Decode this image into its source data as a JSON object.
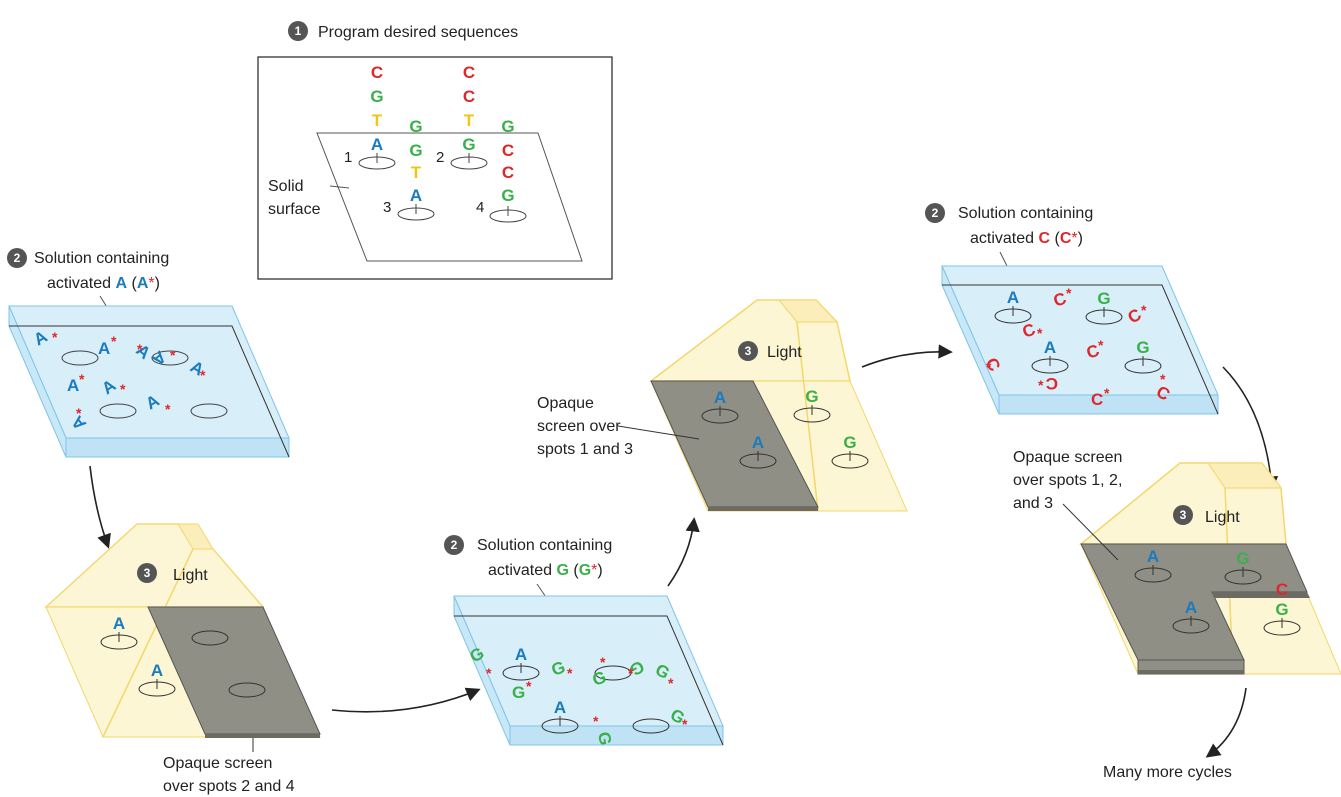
{
  "colors": {
    "A": "#1a7bbf",
    "C": "#e0262a",
    "G": "#39b049",
    "T": "#f2c414",
    "solution_fill": "#d8eef9",
    "solution_stroke": "#7fc4e8",
    "light_fill": "#fdf6d4",
    "light_stroke": "#f3d76a",
    "screen_fill": "#8f8f86"
  },
  "step1": {
    "number": "1",
    "title": "Program desired sequences",
    "surface_label_line1": "Solid",
    "surface_label_line2": "surface",
    "spots": [
      "1",
      "2",
      "3",
      "4"
    ],
    "sequences": {
      "spot1": [
        "A",
        "T",
        "G",
        "C"
      ],
      "spot2": [
        "G",
        "T",
        "C",
        "C"
      ],
      "spot3": [
        "A",
        "T",
        "G",
        "G"
      ],
      "spot4": [
        "G",
        "C",
        "C",
        "G"
      ]
    }
  },
  "stepA2": {
    "number": "2",
    "line1": "Solution containing",
    "line2_prefix": "activated ",
    "base": "A",
    "paren_open": " (",
    "paren_close": ")",
    "star": "*"
  },
  "stepA3": {
    "number": "3",
    "light": "Light",
    "caption_line1": "Opaque screen",
    "caption_line2": "over spots 2 and 4"
  },
  "stepG2": {
    "number": "2",
    "line1": "Solution containing",
    "line2_prefix": "activated ",
    "base": "G",
    "paren_open": " (",
    "paren_close": ")",
    "star": "*"
  },
  "stepG3": {
    "number": "3",
    "light": "Light",
    "caption_line1": "Opaque",
    "caption_line2": "screen over",
    "caption_line3": "spots 1 and 3"
  },
  "stepC2": {
    "number": "2",
    "line1": "Solution containing",
    "line2_prefix": "activated ",
    "base": "C",
    "paren_open": " (",
    "paren_close": ")",
    "star": "*"
  },
  "stepC3": {
    "number": "3",
    "light": "Light",
    "caption_line1": "Opaque screen",
    "caption_line2": "over spots 1, 2,",
    "caption_line3": "and 3"
  },
  "final_caption": "Many more cycles",
  "base_letters": {
    "A": "A",
    "C": "C",
    "G": "G",
    "T": "T"
  }
}
